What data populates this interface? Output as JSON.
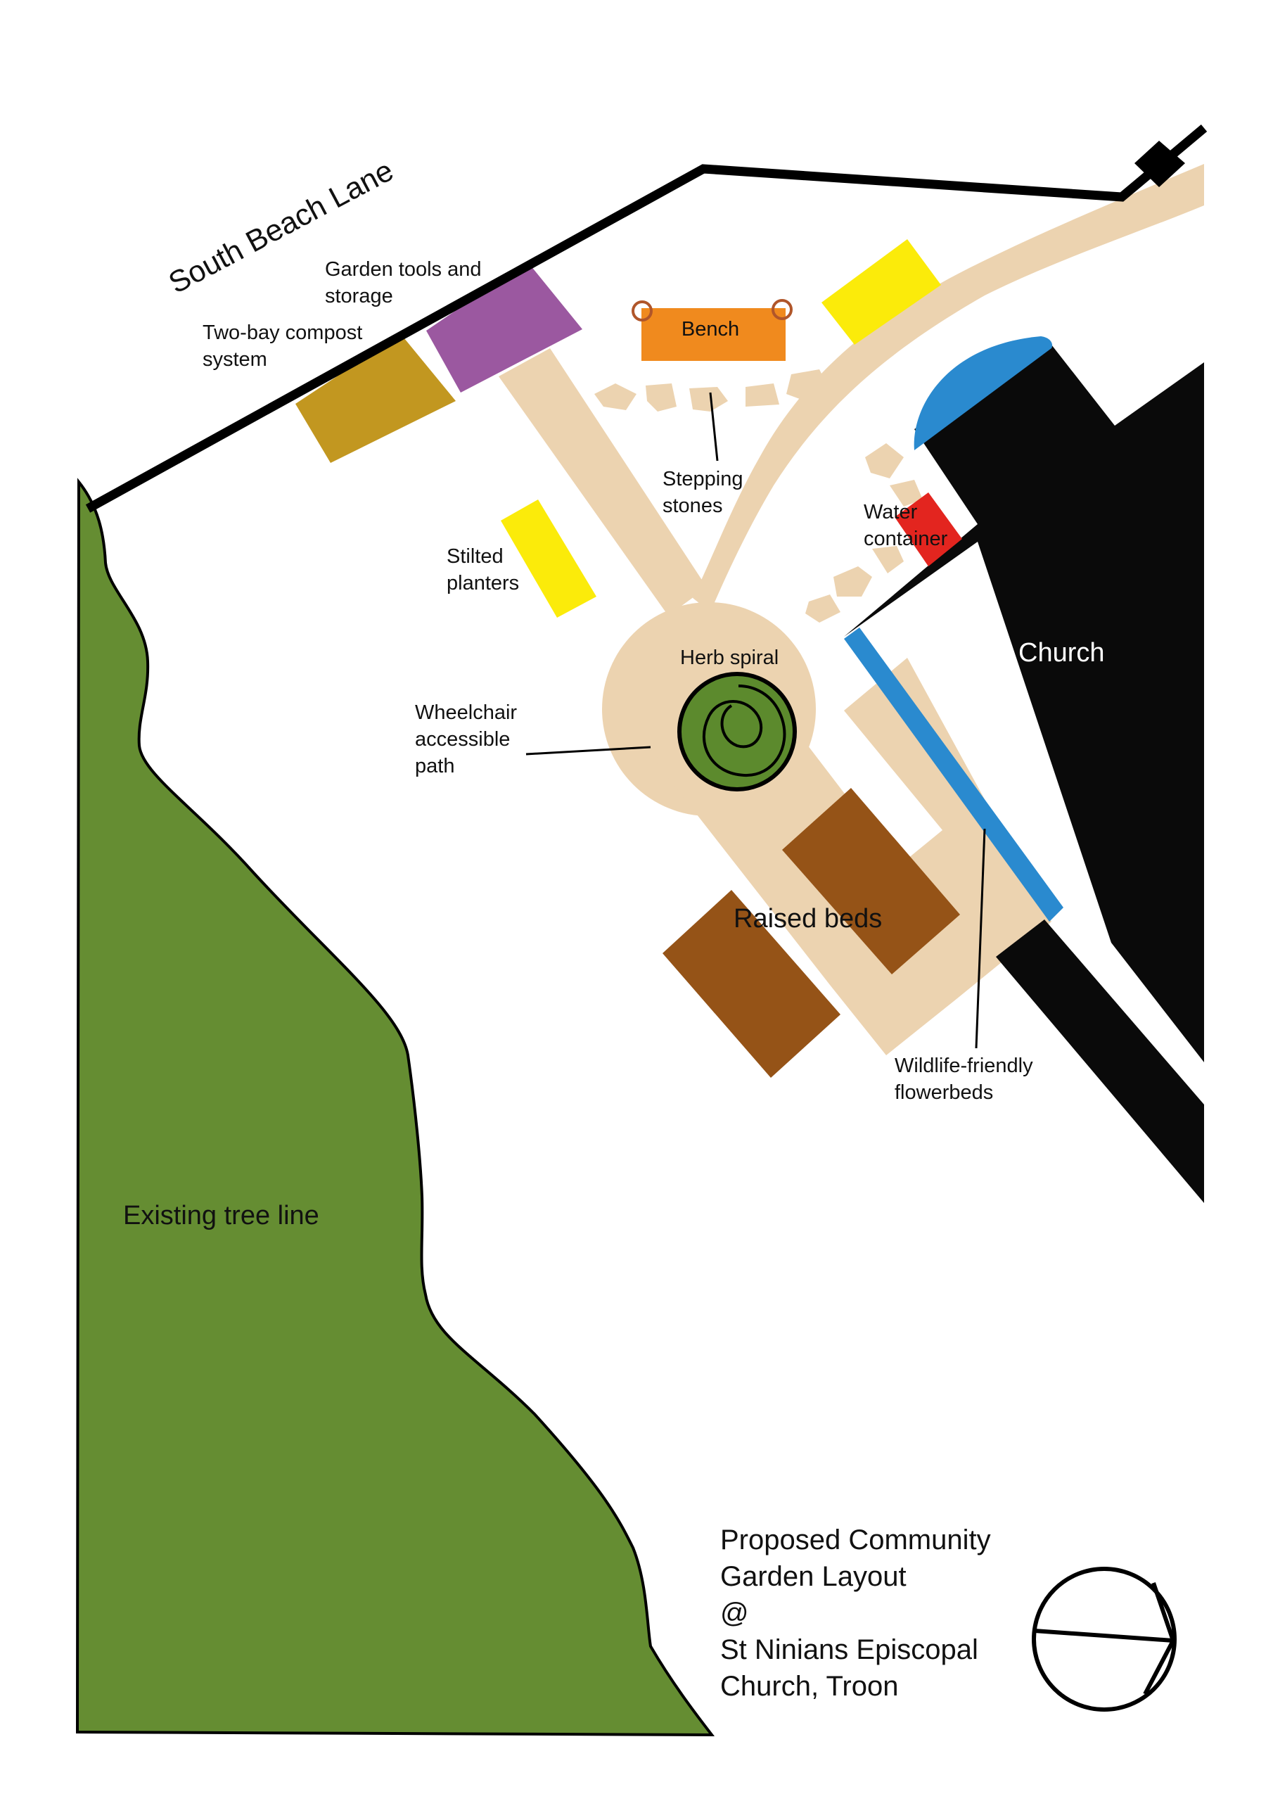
{
  "road": {
    "name": "South Beach Lane"
  },
  "labels": {
    "storage": [
      "Garden tools and",
      "storage"
    ],
    "compost": [
      "Two-bay compost",
      "system"
    ],
    "bench": "Bench",
    "stepping_stones": [
      "Stepping",
      "stones"
    ],
    "water": [
      "Water",
      "container"
    ],
    "planters": [
      "Stilted",
      "planters"
    ],
    "church": "Church",
    "herb_spiral": "Herb spiral",
    "path": [
      "Wheelchair",
      "accessible",
      "path"
    ],
    "raised_beds": "Raised beds",
    "wildlife": [
      "Wildlife-friendly",
      "flowerbeds"
    ],
    "tree_line": "Existing tree line"
  },
  "title_lines": [
    "Proposed Community",
    "Garden Layout",
    "@",
    "St Ninians Episcopal",
    "Church, Troon"
  ],
  "colors": {
    "path": "#ecd3b0",
    "tree_line": "#658d32",
    "church": "#0a0a0a",
    "flowerbed": "#2a8acf",
    "bench": "#f08a1e",
    "storage": "#9b58a0",
    "compost": "#c29720",
    "planter": "#fbeb0a",
    "water": "#e3251f",
    "raised_bed": "#955317",
    "herb": "#5c8a2d"
  },
  "icons": [
    "north-arrow-icon",
    "gate-icon"
  ]
}
